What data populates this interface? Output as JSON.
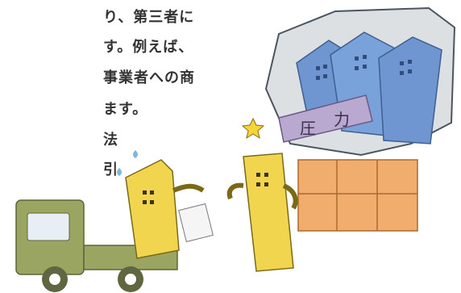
{
  "text_lines": [
    "り、第三者に",
    "す。例えば、",
    "事業者への商",
    "ます。",
    "法",
    "引"
  ],
  "pressure_sign": {
    "char1": "圧",
    "char2": "力"
  },
  "colors": {
    "cloud_fill": "#dde0e3",
    "building_blue": "#6f96d0",
    "building_yellow": "#f2d54f",
    "box_orange": "#f0ad6d",
    "sign_purple": "#b9a8d0",
    "truck_green": "#9aa561",
    "star": "#f3d43a"
  },
  "icons": [
    "thought-cloud-icon",
    "star-icon",
    "sweat-drop-icon",
    "paper-icon",
    "truck-icon",
    "boxes-icon"
  ]
}
